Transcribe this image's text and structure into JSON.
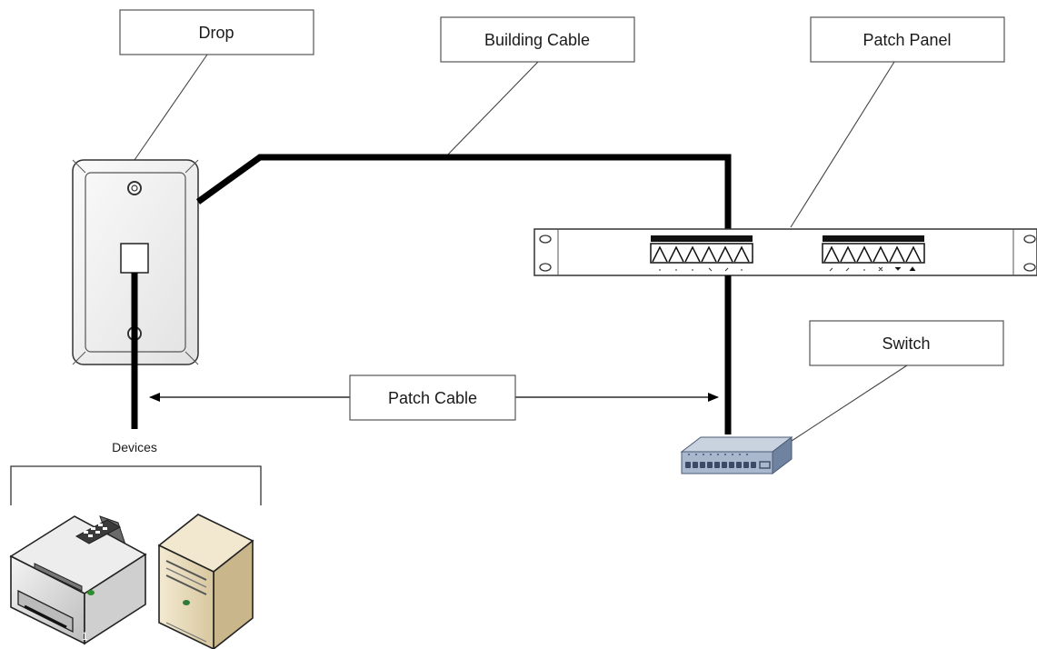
{
  "labels": {
    "drop": "Drop",
    "building_cable": "Building Cable",
    "patch_panel": "Patch Panel",
    "switch": "Switch",
    "patch_cable": "Patch Cable",
    "devices": "Devices",
    "printer_badge": "1"
  },
  "icons": {
    "wall_plate": "wall-plate-icon",
    "patch_panel": "patch-panel-icon",
    "switch": "network-switch-icon",
    "printer": "printer-icon",
    "server": "server-tower-icon"
  },
  "colors": {
    "cable": "#000000",
    "label_border": "#555555",
    "plate_fill": "#f2f2f2",
    "server_fill": "#ece0c2",
    "switch_fill": "#8d9fb6",
    "switch_port": "#3b4a66"
  }
}
